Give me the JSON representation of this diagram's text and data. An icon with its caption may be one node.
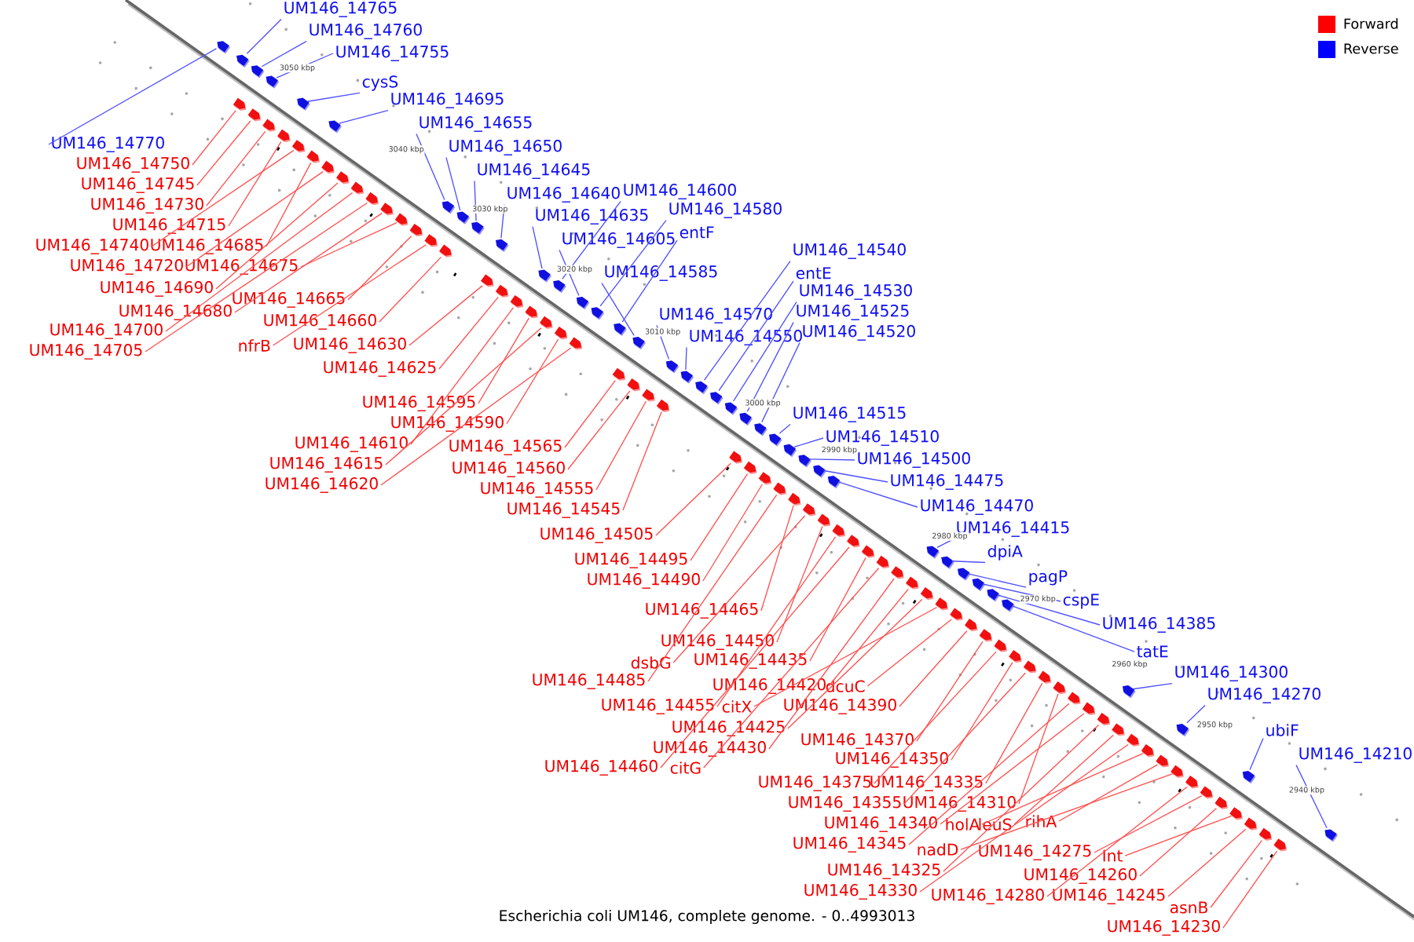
{
  "diagram": {
    "caption": "Escherichia coli UM146, complete genome. - 0..4993013",
    "nodes": [
      {
        "text": [
          "UM146_14765"
        ]
      },
      {
        "text": [
          "UM146_14760"
        ]
      },
      {
        "text": [
          "UM146_14755"
        ]
      },
      {
        "text": [
          "cysS"
        ]
      },
      {
        "text": [
          "UM146_14695"
        ]
      },
      {
        "text": [
          "UM146_14655"
        ]
      },
      {
        "text": [
          "UM146_14650"
        ]
      },
      {
        "text": [
          "UM146_14645"
        ]
      },
      {
        "text": [
          "UM146_14640"
        ]
      },
      {
        "text": [
          "UM146_14600"
        ]
      },
      {
        "text": [
          "UM146_14635"
        ]
      },
      {
        "text": [
          "UM146_14580"
        ]
      },
      {
        "text": [
          "UM146_14605"
        ]
      },
      {
        "text": [
          "entF"
        ]
      },
      {
        "text": [
          "UM146_14585"
        ]
      },
      {
        "text": [
          "UM146_14540"
        ]
      },
      {
        "text": [
          "entE"
        ]
      },
      {
        "text": [
          "UM146_14530"
        ]
      },
      {
        "text": [
          "UM146_14525"
        ]
      },
      {
        "text": [
          "UM146_14520"
        ]
      },
      {
        "text": [
          "UM146_14570"
        ]
      },
      {
        "text": [
          "UM146_14550"
        ]
      },
      {
        "text": [
          "UM146_14515"
        ]
      },
      {
        "text": [
          "UM146_14510"
        ]
      },
      {
        "text": [
          "UM146_14500"
        ]
      },
      {
        "text": [
          "UM146_14475"
        ]
      },
      {
        "text": [
          "UM146_14470"
        ]
      },
      {
        "text": [
          "UM146_14415"
        ]
      },
      {
        "text": [
          "dpiA"
        ]
      },
      {
        "text": [
          "pagP"
        ]
      },
      {
        "text": [
          "cspE"
        ]
      },
      {
        "text": [
          "UM146_14385"
        ]
      },
      {
        "text": [
          "tatE"
        ]
      },
      {
        "text": [
          "UM146_14300"
        ]
      },
      {
        "text": [
          "UM146_14270"
        ]
      },
      {
        "text": [
          "ubiF"
        ]
      },
      {
        "text": [
          "UM146_14210"
        ]
      },
      {
        "text": [
          "UM146_14770"
        ]
      },
      {
        "text": [
          "UM146_14750"
        ]
      },
      {
        "text": [
          "UM146_14745"
        ]
      },
      {
        "text": [
          "UM146_14730"
        ]
      },
      {
        "text": [
          "UM146_14715"
        ]
      },
      {
        "text": [
          "UM146_14740"
        ]
      },
      {
        "text": [
          "UM146_14685"
        ]
      },
      {
        "text": [
          "UM146_14720"
        ]
      },
      {
        "text": [
          "UM146_14675"
        ]
      },
      {
        "text": [
          "UM146_14690"
        ]
      },
      {
        "text": [
          "UM146_14680"
        ]
      },
      {
        "text": [
          "UM146_14665"
        ]
      },
      {
        "text": [
          "UM146_14700"
        ]
      },
      {
        "text": [
          "UM146_14660"
        ]
      },
      {
        "text": [
          "UM146_14705"
        ]
      },
      {
        "text": [
          "nfrB"
        ]
      },
      {
        "text": [
          "UM146_14630"
        ]
      },
      {
        "text": [
          "UM146_14625"
        ]
      },
      {
        "text": [
          "UM146_14595"
        ]
      },
      {
        "text": [
          "UM146_14590"
        ]
      },
      {
        "text": [
          "UM146_14610"
        ]
      },
      {
        "text": [
          "UM146_14565"
        ]
      },
      {
        "text": [
          "UM146_14615"
        ]
      },
      {
        "text": [
          "UM146_14560"
        ]
      },
      {
        "text": [
          "UM146_14620"
        ]
      },
      {
        "text": [
          "UM146_14555"
        ]
      },
      {
        "text": [
          "UM146_14545"
        ]
      },
      {
        "text": [
          "UM146_14505"
        ]
      },
      {
        "text": [
          "UM146_14495"
        ]
      },
      {
        "text": [
          "UM146_14490"
        ]
      },
      {
        "text": [
          "UM146_14465"
        ]
      },
      {
        "text": [
          "UM146_14450"
        ]
      },
      {
        "text": [
          "dsbG"
        ]
      },
      {
        "text": [
          "UM146_14435"
        ]
      },
      {
        "text": [
          "UM146_14485"
        ]
      },
      {
        "text": [
          "UM146_14420"
        ]
      },
      {
        "text": [
          "citX"
        ]
      },
      {
        "text": [
          "dcuC"
        ]
      },
      {
        "text": [
          "UM146_14455"
        ]
      },
      {
        "text": [
          "UM146_14390"
        ]
      },
      {
        "text": [
          "UM146_14425"
        ]
      },
      {
        "text": [
          "UM146_14430"
        ]
      },
      {
        "text": [
          "UM146_14370"
        ]
      },
      {
        "text": [
          "UM146_14460"
        ]
      },
      {
        "text": [
          "citG"
        ]
      },
      {
        "text": [
          "UM146_14350"
        ]
      },
      {
        "text": [
          "UM146_14375"
        ]
      },
      {
        "text": [
          "UM146_14335"
        ]
      },
      {
        "text": [
          "UM146_14355"
        ]
      },
      {
        "text": [
          "UM146_14310"
        ]
      },
      {
        "text": [
          "UM146_14340"
        ]
      },
      {
        "text": [
          "holA"
        ]
      },
      {
        "text": [
          "leuS"
        ]
      },
      {
        "text": [
          "rihA"
        ]
      },
      {
        "text": [
          "UM146_14345"
        ]
      },
      {
        "text": [
          "nadD"
        ]
      },
      {
        "text": [
          "UM146_14275"
        ]
      },
      {
        "text": [
          "UM146_14325"
        ]
      },
      {
        "text": [
          "Int"
        ]
      },
      {
        "text": [
          "UM146_14330"
        ]
      },
      {
        "text": [
          "UM146_14260"
        ]
      },
      {
        "text": [
          "UM146_14280"
        ]
      },
      {
        "text": [
          "UM146_14245"
        ]
      },
      {
        "text": [
          "asnB"
        ]
      },
      {
        "text": [
          "UM146_14230"
        ]
      },
      {
        "text": [],
        "shape": "box"
      },
      {
        "text": [],
        "shape": "box"
      },
      {
        "text": [],
        "shape": "box"
      },
      {
        "text": [],
        "shape": "box"
      },
      {
        "text": [],
        "shape": "box"
      },
      {
        "text": [],
        "shape": "box"
      },
      {
        "text": [],
        "shape": "box"
      },
      {
        "text": [],
        "shape": "box"
      },
      {
        "text": [],
        "shape": "box"
      },
      {
        "text": [],
        "shape": "box"
      },
      {
        "text": [],
        "shape": "box"
      },
      {
        "text": [],
        "shape": "box"
      },
      {
        "text": [],
        "shape": "box"
      },
      {
        "text": [],
        "shape": "box"
      },
      {
        "text": [],
        "shape": "box"
      },
      {
        "text": [],
        "shape": "box"
      },
      {
        "text": [],
        "shape": "box"
      },
      {
        "text": [],
        "shape": "box"
      },
      {
        "text": [],
        "shape": "box"
      },
      {
        "text": [],
        "shape": "box"
      },
      {
        "text": [],
        "shape": "box"
      },
      {
        "text": [],
        "shape": "box"
      },
      {
        "text": [],
        "shape": "box"
      },
      {
        "text": [],
        "shape": "box"
      },
      {
        "text": [],
        "shape": "box"
      },
      {
        "text": [],
        "shape": "box"
      },
      {
        "text": [],
        "shape": "box"
      },
      {
        "text": [],
        "shape": "box"
      },
      {
        "text": [],
        "shape": "box"
      },
      {
        "text": [],
        "shape": "box"
      },
      {
        "text": [],
        "shape": "box"
      },
      {
        "text": [],
        "shape": "box"
      },
      {
        "text": [],
        "shape": "box"
      },
      {
        "text": [],
        "shape": "box"
      },
      {
        "text": [],
        "shape": "box"
      },
      {
        "text": [],
        "shape": "box"
      },
      {
        "text": [],
        "shape": "box"
      },
      {
        "text": [],
        "shape": "box"
      },
      {
        "text": [],
        "shape": "box"
      },
      {
        "text": [],
        "shape": "box"
      },
      {
        "text": [],
        "shape": "box"
      },
      {
        "text": [],
        "shape": "box"
      },
      {
        "text": [],
        "shape": "box"
      },
      {
        "text": [],
        "shape": "box"
      },
      {
        "text": [],
        "shape": "box"
      },
      {
        "text": [],
        "shape": "box"
      },
      {
        "text": [],
        "shape": "box"
      },
      {
        "text": [],
        "shape": "box"
      },
      {
        "text": [],
        "shape": "box"
      },
      {
        "text": [],
        "shape": "box"
      },
      {
        "text": [],
        "shape": "box"
      },
      {
        "text": [],
        "shape": "box"
      },
      {
        "text": [],
        "shape": "box"
      },
      {
        "text": [],
        "shape": "box"
      },
      {
        "text": [],
        "shape": "box"
      },
      {
        "text": [],
        "shape": "box"
      },
      {
        "text": [],
        "shape": "box"
      },
      {
        "text": [],
        "shape": "box"
      },
      {
        "text": [],
        "shape": "box"
      },
      {
        "text": [],
        "shape": "box"
      },
      {
        "text": [],
        "shape": "box"
      },
      {
        "text": [],
        "shape": "box"
      },
      {
        "text": [],
        "shape": "box"
      },
      {
        "text": [],
        "shape": "box"
      },
      {
        "text": [],
        "shape": "box"
      },
      {
        "text": [],
        "shape": "box"
      },
      {
        "text": [],
        "shape": "box"
      },
      {
        "text": [],
        "shape": "box"
      },
      {
        "text": [],
        "shape": "box"
      },
      {
        "text": [],
        "shape": "box"
      },
      {
        "text": [],
        "shape": "box"
      },
      {
        "text": [],
        "shape": "box"
      },
      {
        "text": [],
        "shape": "box"
      },
      {
        "text": [],
        "shape": "box"
      },
      {
        "text": [],
        "shape": "box"
      },
      {
        "text": [],
        "shape": "box"
      },
      {
        "text": [],
        "shape": "box"
      },
      {
        "text": [],
        "shape": "box"
      },
      {
        "text": [],
        "shape": "box"
      },
      {
        "text": [],
        "shape": "box"
      },
      {
        "text": [],
        "shape": "box"
      },
      {
        "text": [],
        "shape": "box"
      },
      {
        "text": [],
        "shape": "box"
      },
      {
        "text": [],
        "shape": "box"
      },
      {
        "text": [],
        "shape": "box"
      },
      {
        "text": [],
        "shape": "box"
      },
      {
        "text": [],
        "shape": "box"
      },
      {
        "text": [],
        "shape": "box"
      },
      {
        "text": [],
        "shape": "box"
      },
      {
        "text": [],
        "shape": "box"
      },
      {
        "text": [],
        "shape": "box"
      },
      {
        "text": [],
        "shape": "box"
      },
      {
        "text": [],
        "shape": "box"
      },
      {
        "text": [],
        "shape": "box"
      },
      {
        "text": [],
        "shape": "box"
      },
      {
        "text": [],
        "shape": "box"
      },
      {
        "text": [],
        "shape": "box"
      },
      {
        "text": [],
        "shape": "box"
      },
      {
        "text": [],
        "shape": "box"
      },
      {
        "text": [],
        "shape": "box"
      },
      {
        "text": [],
        "shape": "box"
      },
      {
        "text": [],
        "shape": "box"
      }
    ],
    "edges": [
      {
        "from": 0,
        "to": 102,
        "arrow": "none",
        "color": "#5050ff"
      },
      {
        "from": 1,
        "to": 103,
        "arrow": "none",
        "color": "#5050ff"
      },
      {
        "from": 2,
        "to": 104,
        "arrow": "none",
        "color": "#5050ff"
      },
      {
        "from": 3,
        "to": 105,
        "arrow": "none",
        "color": "#5050ff"
      },
      {
        "from": 4,
        "to": 106,
        "arrow": "none",
        "color": "#5050ff"
      },
      {
        "from": 5,
        "to": 107,
        "arrow": "none",
        "color": "#5050ff"
      },
      {
        "from": 6,
        "to": 108,
        "arrow": "none",
        "color": "#5050ff"
      },
      {
        "from": 7,
        "to": 109,
        "arrow": "none",
        "color": "#5050ff"
      },
      {
        "from": 8,
        "to": 110,
        "arrow": "none",
        "color": "#5050ff"
      },
      {
        "from": 9,
        "to": 111,
        "arrow": "none",
        "color": "#5050ff"
      },
      {
        "from": 10,
        "to": 112,
        "arrow": "none",
        "color": "#5050ff"
      },
      {
        "from": 11,
        "to": 113,
        "arrow": "none",
        "color": "#5050ff"
      },
      {
        "from": 12,
        "to": 114,
        "arrow": "none",
        "color": "#5050ff"
      },
      {
        "from": 13,
        "to": 115,
        "arrow": "none",
        "color": "#5050ff"
      },
      {
        "from": 14,
        "to": 116,
        "arrow": "none",
        "color": "#5050ff"
      },
      {
        "from": 15,
        "to": 117,
        "arrow": "none",
        "color": "#5050ff"
      },
      {
        "from": 16,
        "to": 118,
        "arrow": "none",
        "color": "#5050ff"
      },
      {
        "from": 17,
        "to": 119,
        "arrow": "none",
        "color": "#5050ff"
      },
      {
        "from": 18,
        "to": 120,
        "arrow": "none",
        "color": "#5050ff"
      },
      {
        "from": 19,
        "to": 121,
        "arrow": "none",
        "color": "#5050ff"
      },
      {
        "from": 20,
        "to": 122,
        "arrow": "none",
        "color": "#5050ff"
      },
      {
        "from": 21,
        "to": 123,
        "arrow": "none",
        "color": "#5050ff"
      },
      {
        "from": 22,
        "to": 124,
        "arrow": "none",
        "color": "#5050ff"
      },
      {
        "from": 23,
        "to": 125,
        "arrow": "none",
        "color": "#5050ff"
      },
      {
        "from": 24,
        "to": 126,
        "arrow": "none",
        "color": "#5050ff"
      },
      {
        "from": 25,
        "to": 127,
        "arrow": "none",
        "color": "#5050ff"
      },
      {
        "from": 26,
        "to": 128,
        "arrow": "none",
        "color": "#5050ff"
      },
      {
        "from": 27,
        "to": 129,
        "arrow": "none",
        "color": "#5050ff"
      },
      {
        "from": 28,
        "to": 130,
        "arrow": "none",
        "color": "#5050ff"
      },
      {
        "from": 29,
        "to": 131,
        "arrow": "none",
        "color": "#5050ff"
      },
      {
        "from": 30,
        "to": 132,
        "arrow": "none",
        "color": "#5050ff"
      },
      {
        "from": 31,
        "to": 133,
        "arrow": "none",
        "color": "#5050ff"
      },
      {
        "from": 32,
        "to": 134,
        "arrow": "none",
        "color": "#5050ff"
      },
      {
        "from": 33,
        "to": 135,
        "arrow": "none",
        "color": "#5050ff"
      },
      {
        "from": 34,
        "to": 136,
        "arrow": "none",
        "color": "#5050ff"
      },
      {
        "from": 35,
        "to": 137,
        "arrow": "none",
        "color": "#5050ff"
      },
      {
        "from": 36,
        "to": 138,
        "arrow": "none",
        "color": "#5050ff"
      },
      {
        "from": 37,
        "to": 139,
        "arrow": "none",
        "color": "#5050ff"
      },
      {
        "from": 38,
        "to": 140,
        "arrow": "none"
      },
      {
        "from": 39,
        "to": 141,
        "arrow": "none"
      },
      {
        "from": 40,
        "to": 142,
        "arrow": "none"
      },
      {
        "from": 41,
        "to": 143,
        "arrow": "none"
      },
      {
        "from": 42,
        "to": 144,
        "arrow": "none"
      },
      {
        "from": 43,
        "to": 145,
        "arrow": "none"
      },
      {
        "from": 44,
        "to": 146,
        "arrow": "none"
      },
      {
        "from": 45,
        "to": 147,
        "arrow": "none"
      },
      {
        "from": 46,
        "to": 148,
        "arrow": "none"
      },
      {
        "from": 47,
        "to": 149,
        "arrow": "none"
      },
      {
        "from": 48,
        "to": 150,
        "arrow": "none"
      },
      {
        "from": 49,
        "to": 151,
        "arrow": "none"
      },
      {
        "from": 50,
        "to": 152,
        "arrow": "none"
      },
      {
        "from": 51,
        "to": 153,
        "arrow": "none"
      },
      {
        "from": 52,
        "to": 154,
        "arrow": "none"
      },
      {
        "from": 53,
        "to": 155,
        "arrow": "none"
      },
      {
        "from": 54,
        "to": 156,
        "arrow": "none"
      },
      {
        "from": 55,
        "to": 157,
        "arrow": "none"
      },
      {
        "from": 56,
        "to": 158,
        "arrow": "none"
      },
      {
        "from": 57,
        "to": 159,
        "arrow": "none"
      },
      {
        "from": 58,
        "to": 160,
        "arrow": "none"
      },
      {
        "from": 59,
        "to": 161,
        "arrow": "none"
      },
      {
        "from": 60,
        "to": 162,
        "arrow": "none"
      },
      {
        "from": 61,
        "to": 163,
        "arrow": "none"
      },
      {
        "from": 62,
        "to": 164,
        "arrow": "none"
      },
      {
        "from": 63,
        "to": 165,
        "arrow": "none"
      },
      {
        "from": 64,
        "to": 166,
        "arrow": "none"
      },
      {
        "from": 65,
        "to": 167,
        "arrow": "none"
      },
      {
        "from": 66,
        "to": 168,
        "arrow": "none"
      },
      {
        "from": 67,
        "to": 169,
        "arrow": "none"
      },
      {
        "from": 68,
        "to": 170,
        "arrow": "none"
      },
      {
        "from": 69,
        "to": 171,
        "arrow": "none"
      },
      {
        "from": 70,
        "to": 172,
        "arrow": "none"
      },
      {
        "from": 71,
        "to": 173,
        "arrow": "none"
      },
      {
        "from": 72,
        "to": 174,
        "arrow": "none"
      },
      {
        "from": 73,
        "to": 175,
        "arrow": "none"
      },
      {
        "from": 74,
        "to": 176,
        "arrow": "none"
      },
      {
        "from": 75,
        "to": 177,
        "arrow": "none"
      },
      {
        "from": 76,
        "to": 178,
        "arrow": "none"
      },
      {
        "from": 77,
        "to": 179,
        "arrow": "none"
      },
      {
        "from": 78,
        "to": 180,
        "arrow": "none"
      },
      {
        "from": 79,
        "to": 181,
        "arrow": "none"
      },
      {
        "from": 80,
        "to": 182,
        "arrow": "none"
      },
      {
        "from": 81,
        "to": 183,
        "arrow": "none"
      },
      {
        "from": 82,
        "to": 184,
        "arrow": "none"
      },
      {
        "from": 83,
        "to": 185,
        "arrow": "none"
      },
      {
        "from": 84,
        "to": 186,
        "arrow": "none"
      },
      {
        "from": 85,
        "to": 187,
        "arrow": "none"
      },
      {
        "from": 86,
        "to": 188,
        "arrow": "none"
      },
      {
        "from": 87,
        "to": 189,
        "arrow": "none"
      },
      {
        "from": 88,
        "to": 190,
        "arrow": "none"
      },
      {
        "from": 89,
        "to": 191,
        "arrow": "none"
      },
      {
        "from": 90,
        "to": 192,
        "arrow": "none"
      },
      {
        "from": 91,
        "to": 193,
        "arrow": "none"
      },
      {
        "from": 92,
        "to": 194,
        "arrow": "none"
      },
      {
        "from": 93,
        "to": 195,
        "arrow": "none"
      },
      {
        "from": 94,
        "to": 196,
        "arrow": "none"
      },
      {
        "from": 95,
        "to": 197,
        "arrow": "none"
      },
      {
        "from": 96,
        "to": 198,
        "arrow": "none"
      },
      {
        "from": 97,
        "to": 199,
        "arrow": "none"
      },
      {
        "from": 98,
        "to": 200,
        "arrow": "none"
      },
      {
        "from": 99,
        "to": 201,
        "arrow": "none"
      },
      {
        "from": 100,
        "to": 202,
        "arrow": "none"
      },
      {
        "from": 101,
        "to": 203,
        "arrow": "none"
      }
    ],
    "labels": [
      "3050 kbp",
      "3040 kbp",
      "3030 kbp",
      "3020 kbp",
      "3010 kbp",
      "3000 kbp",
      "2990 kbp",
      "2980 kbp",
      "2970 kbp",
      "2960 kbp",
      "2950 kbp",
      "2940 kbp"
    ],
    "legend": [
      {
        "text": "Forward",
        "color": "#ff0000"
      },
      {
        "text": "Reverse",
        "color": "#0000ff"
      }
    ]
  }
}
